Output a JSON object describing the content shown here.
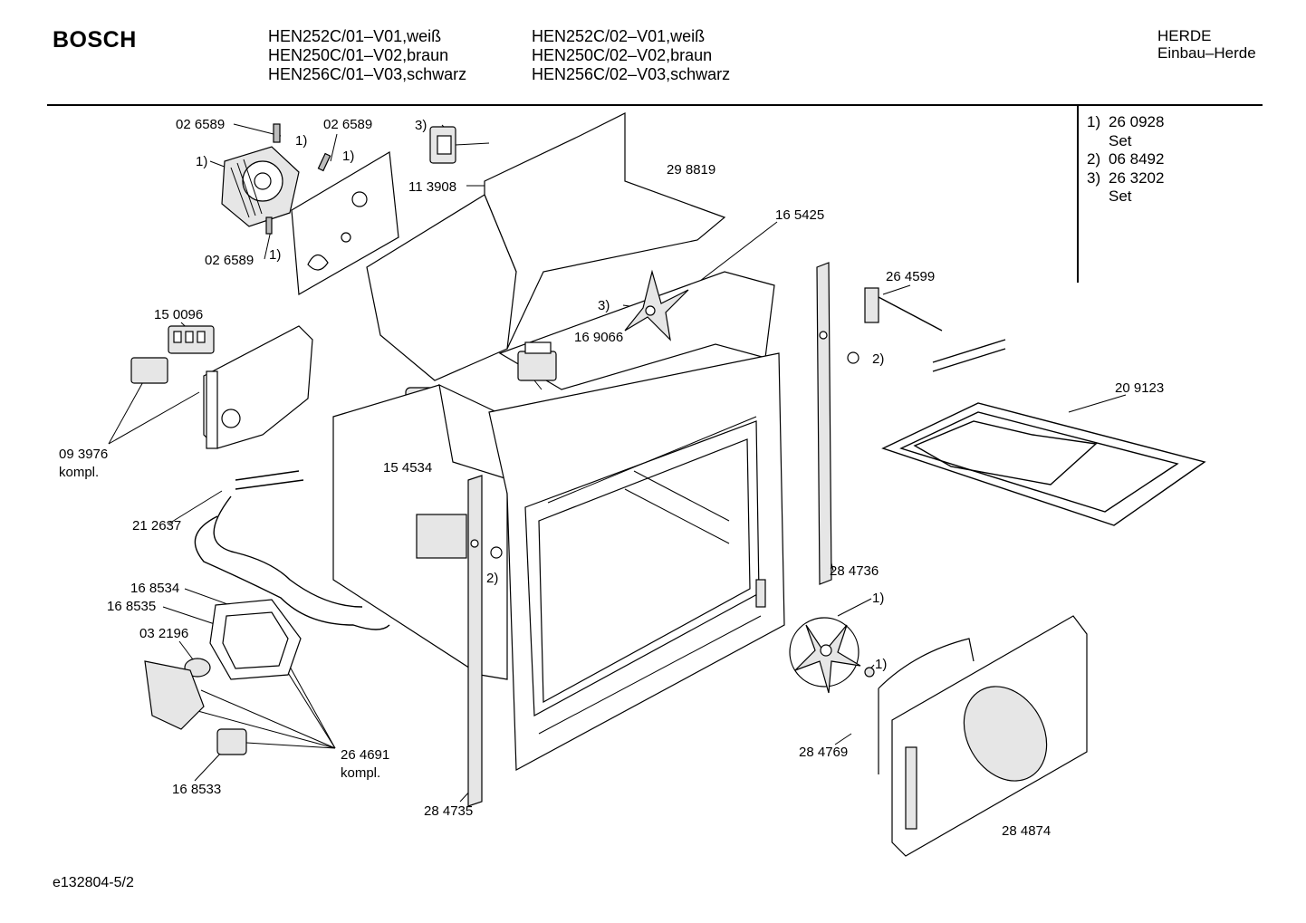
{
  "header": {
    "brand": "BOSCH",
    "models_col1": [
      "HEN252C/01–V01,weiß",
      "HEN250C/01–V02,braun",
      "HEN256C/01–V03,schwarz"
    ],
    "models_col2": [
      "HEN252C/02–V01,weiß",
      "HEN250C/02–V02,braun",
      "HEN256C/02–V03,schwarz"
    ],
    "category": [
      "HERDE",
      "Einbau–Herde"
    ]
  },
  "notes": [
    {
      "num": "1)",
      "text": "26 0928"
    },
    {
      "num": "",
      "text": "Set"
    },
    {
      "num": "2)",
      "text": "06 8492"
    },
    {
      "num": "3)",
      "text": "26 3202"
    },
    {
      "num": "",
      "text": "Set"
    }
  ],
  "labels": {
    "l_026589_a": "02 6589",
    "l_026589_b": "02 6589",
    "l_026589_c": "02 6589",
    "fn1_a": "1)",
    "fn1_b": "1)",
    "fn1_c": "1)",
    "fn1_d": "1)",
    "fn3_a": "3)",
    "l_113908": "11 3908",
    "l_298819": "29 8819",
    "l_165425": "16 5425",
    "l_264599": "26 4599",
    "l_150096": "15 0096",
    "fn3_b": "3)",
    "l_169066": "16 9066",
    "fn2_a": "2)",
    "l_209123": "20 9123",
    "l_093976": "09 3976",
    "l_kompl_a": "kompl.",
    "l_154534": "15 4534",
    "l_212637": "21 2637",
    "fn2_b": "2)",
    "l_284736": "28 4736",
    "l_168534": "16 8534",
    "l_168535": "16 8535",
    "l_032196": "03 2196",
    "fn1_e": "1)",
    "fn1_f": "1)",
    "l_284769": "28 4769",
    "l_264691": "26 4691",
    "l_kompl_b": "kompl.",
    "l_168533": "16 8533",
    "l_284735": "28 4735",
    "l_284874": "28 4874"
  },
  "footer": "e132804-5/2"
}
